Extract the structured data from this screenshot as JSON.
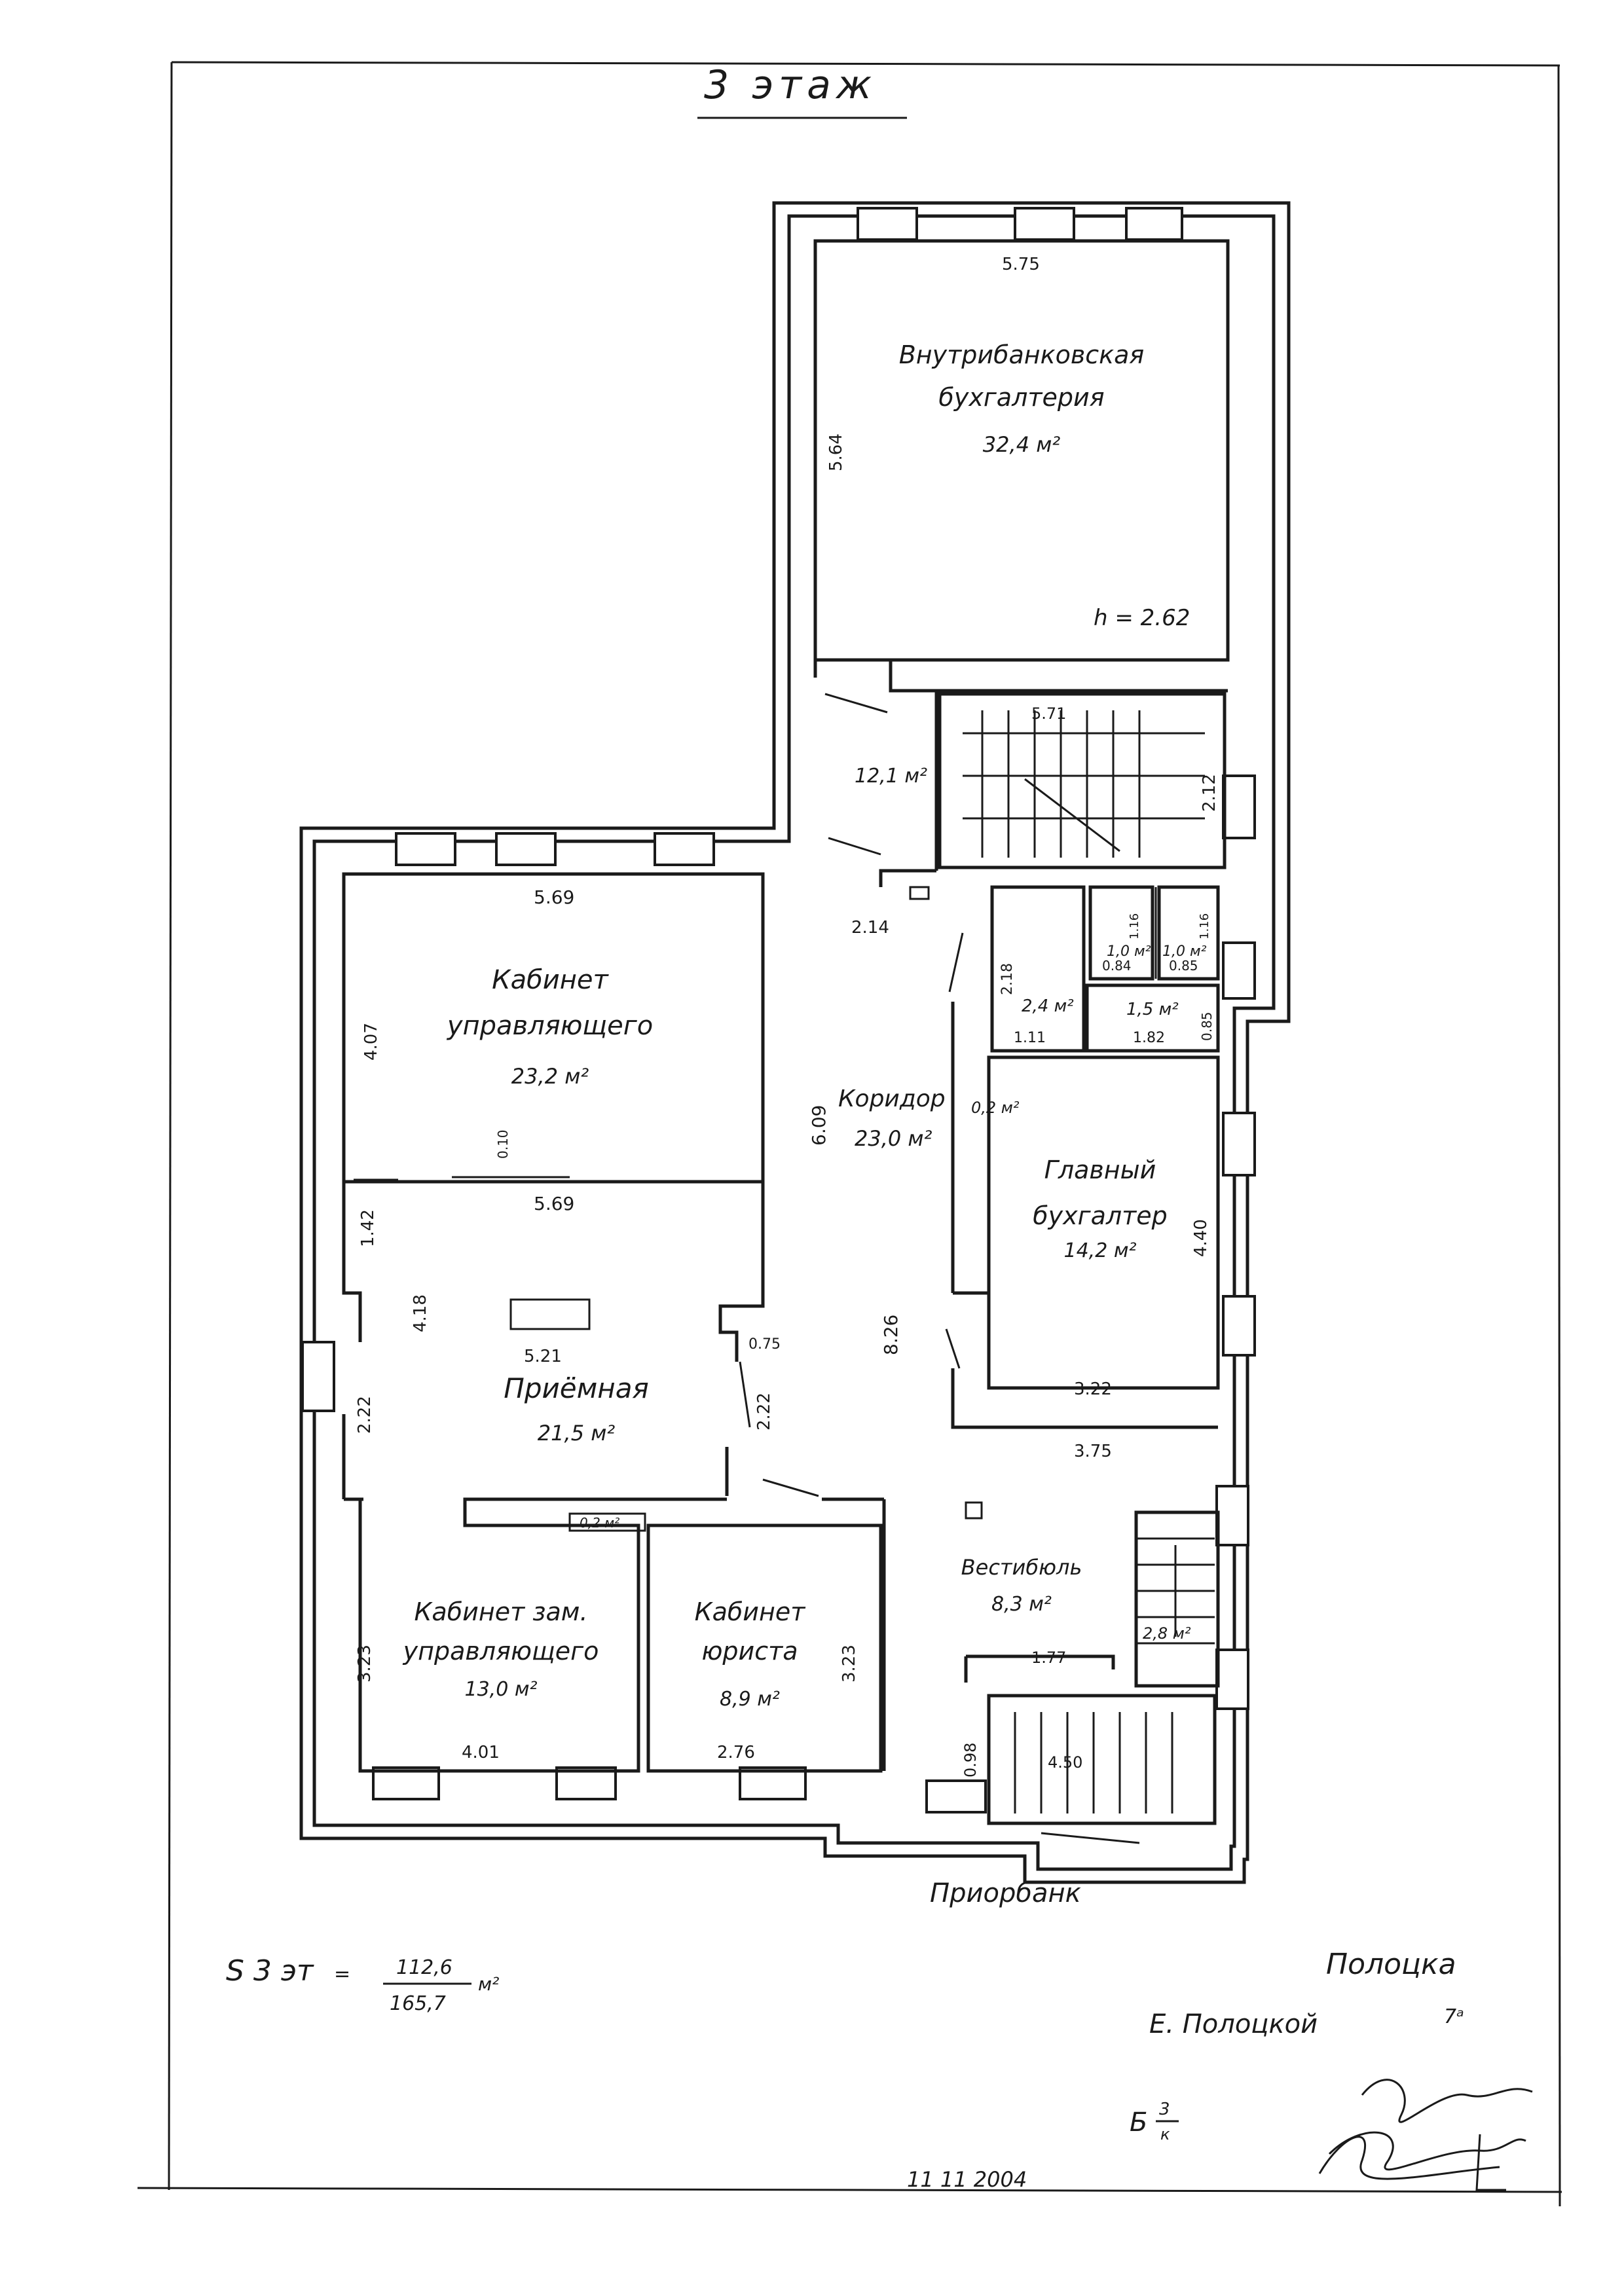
{
  "floor_title": "3 этаж",
  "rooms": {
    "accounting": {
      "name_line1": "Внутрибанковская",
      "name_line2": "бухгалтерия",
      "area": "32,4 м²",
      "height": "h = 2.62"
    },
    "stair_hall": {
      "area": "12,1 м²"
    },
    "manager": {
      "name_line1": "Кабинет",
      "name_line2": "управляющего",
      "area": "23,2 м²"
    },
    "corridor": {
      "name": "Коридор",
      "area": "23,0 м²"
    },
    "chief_acc": {
      "name_line1": "Главный",
      "name_line2": "бухгалтер",
      "area": "14,2 м²"
    },
    "reception": {
      "name": "Приёмная",
      "area": "21,5 м²"
    },
    "deputy": {
      "name_line1": "Кабинет зам.",
      "name_line2": "управляющего",
      "area": "13,0 м²"
    },
    "lawyer": {
      "name_line1": "Кабинет",
      "name_line2": "юриста",
      "area": "8,9 м²"
    },
    "vestibule": {
      "name": "Вестибюль",
      "area": "8,3 м²"
    },
    "wc1": {
      "area": "1,0 м²"
    },
    "wc2": {
      "area": "1,0 м²"
    },
    "wc_hall": {
      "area": "2,4 м²"
    },
    "wc_hall2": {
      "area": "1,5 м²"
    },
    "closet1": {
      "area": "0,2 м²"
    },
    "closet2": {
      "area": "0,2 м²"
    },
    "stair2": {
      "area": "2,8 м²"
    }
  },
  "dimensions": {
    "d1": "5.75",
    "d2": "5.64",
    "d3": "5.71",
    "d4": "2.12",
    "d5": "5.69",
    "d6": "4.07",
    "d7": "2.14",
    "d8": "2.18",
    "d9": "1.16",
    "d10": "0.84",
    "d11": "1.16",
    "d12": "0.85",
    "d13": "1.11",
    "d14": "1.82",
    "d15": "0.85",
    "d16": "6.09",
    "d17": "0.10",
    "d18": "5.69",
    "d19": "1.42",
    "d20": "4.18",
    "d21": "4.40",
    "d22": "5.21",
    "d23": "0.75",
    "d24": "8.26",
    "d25": "2.22",
    "d26": "2.22",
    "d27": "3.22",
    "d28": "3.75",
    "d29": "3.23",
    "d30": "3.23",
    "d31": "1.77",
    "d32": "4.01",
    "d33": "2.76",
    "d34": "0.98",
    "d35": "4.50"
  },
  "footer": {
    "bank": "Приорбанк",
    "area_label": "S 3 эт",
    "equals": "=",
    "area_num": "112,6",
    "area_den": "165,7",
    "area_unit": "м²",
    "city": "Полоцка",
    "street": "Е. Полоцкой",
    "house": "7ᵃ",
    "code": "Б",
    "code_num": "3",
    "code_den": "к",
    "date": "11   11   2004"
  }
}
